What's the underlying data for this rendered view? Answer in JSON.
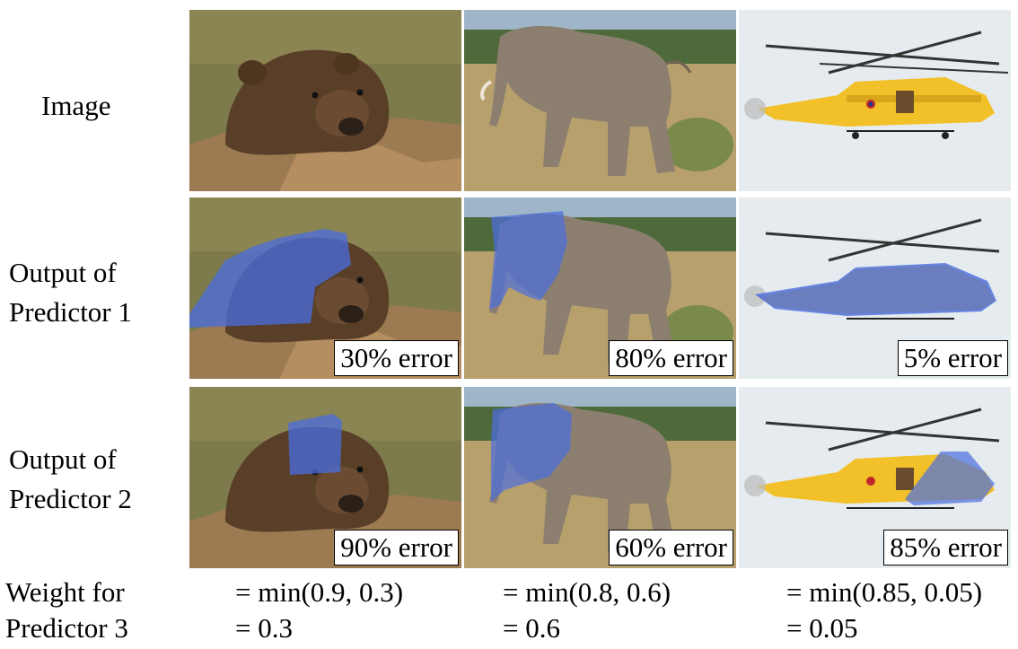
{
  "rows": {
    "image": {
      "label": "Image"
    },
    "predictor1": {
      "label_line1": "Output of",
      "label_line2": "Predictor 1"
    },
    "predictor2": {
      "label_line1": "Output of",
      "label_line2": "Predictor 2"
    }
  },
  "columns": [
    {
      "subject": "bear",
      "p1_error": "30% error",
      "p2_error": "90% error",
      "weight_line1": "= min(0.9, 0.3)",
      "weight_line2": "= 0.3"
    },
    {
      "subject": "elephant",
      "p1_error": "80% error",
      "p2_error": "60% error",
      "weight_line1": "= min(0.8, 0.6)",
      "weight_line2": "= 0.6"
    },
    {
      "subject": "helicopter",
      "p1_error": "5% error",
      "p2_error": "85% error",
      "weight_line1": "= min(0.85, 0.05)",
      "weight_line2": "= 0.05"
    }
  ],
  "weight_label": {
    "line1": "Weight for",
    "line2": "Predictor 3"
  },
  "colors": {
    "mask_overlay": "#4a6ee0",
    "bear_fur": "#5a3f28",
    "water": "#7d7a4c",
    "elephant_skin": "#8c7f70",
    "grass": "#b8a06d",
    "helicopter_body": "#f2c12a",
    "sky": "#e5ebee"
  },
  "icons": [
    "bear-photo",
    "elephant-photo",
    "helicopter-photo"
  ]
}
